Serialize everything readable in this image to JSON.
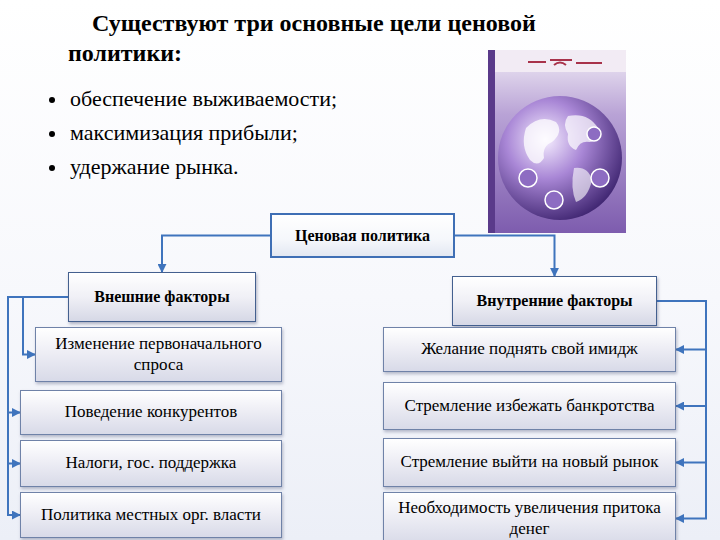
{
  "diagram": {
    "title": "Существуют три основные цели ценовой политики:",
    "nodes": [
      {
        "text": [
          "Ценовая политика"
        ]
      },
      {
        "text": [
          "Внешние факторы"
        ]
      },
      {
        "text": [
          "Внутренние факторы"
        ]
      },
      {
        "text": [
          "Изменение первоначального спроса"
        ]
      },
      {
        "text": [
          "Поведение конкурентов"
        ]
      },
      {
        "text": [
          "Налоги, гос. поддержка"
        ]
      },
      {
        "text": [
          "Политика местных орг. власти"
        ]
      },
      {
        "text": [
          "Желание поднять свой имидж"
        ]
      },
      {
        "text": [
          "Стремление избежать банкротства"
        ]
      },
      {
        "text": [
          "Стремление выйти на новый рынок"
        ]
      },
      {
        "text": [
          "Необходимость увеличения притока денег"
        ]
      }
    ],
    "edges": [
      {
        "from": 0,
        "to": 1,
        "arrow": "to"
      },
      {
        "from": 0,
        "to": 2,
        "arrow": "to"
      },
      {
        "from": 1,
        "to": 3,
        "arrow": "to"
      },
      {
        "from": 1,
        "to": 4,
        "arrow": "to"
      },
      {
        "from": 1,
        "to": 5,
        "arrow": "to"
      },
      {
        "from": 1,
        "to": 6,
        "arrow": "to"
      },
      {
        "from": 2,
        "to": 7,
        "arrow": "to"
      },
      {
        "from": 2,
        "to": 8,
        "arrow": "to"
      },
      {
        "from": 2,
        "to": 9,
        "arrow": "to"
      },
      {
        "from": 2,
        "to": 10,
        "arrow": "to"
      }
    ],
    "labels": [
      "обеспечение выживаемости;",
      "максимизация прибыли;",
      "удержание рынка."
    ]
  }
}
